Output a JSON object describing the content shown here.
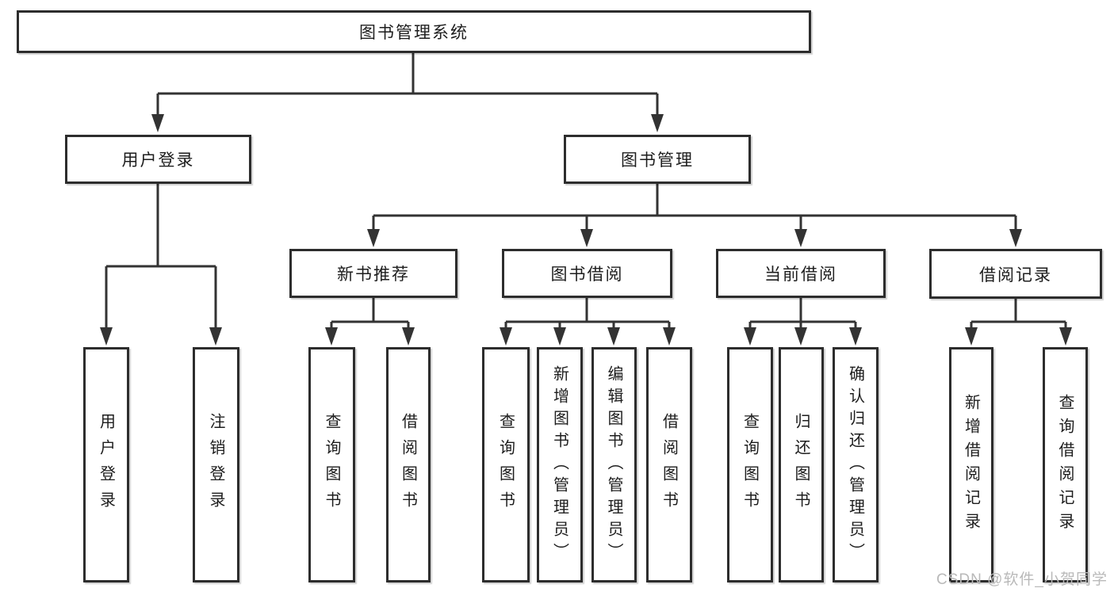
{
  "tree": {
    "root_label": "图书管理系统",
    "branches": [
      {
        "label": "用户登录",
        "children": [
          {
            "label": "用户登录"
          },
          {
            "label": "注销登录"
          }
        ]
      },
      {
        "label": "图书管理",
        "groups": [
          {
            "label": "新书推荐",
            "children": [
              {
                "label": "查询图书"
              },
              {
                "label": "借阅图书"
              }
            ]
          },
          {
            "label": "图书借阅",
            "children": [
              {
                "label": "查询图书"
              },
              {
                "label": "新增图书（管理员）"
              },
              {
                "label": "编辑图书（管理员）"
              },
              {
                "label": "借阅图书"
              }
            ]
          },
          {
            "label": "当前借阅",
            "children": [
              {
                "label": "查询图书"
              },
              {
                "label": "归还图书"
              },
              {
                "label": "确认归还（管理员）"
              }
            ]
          },
          {
            "label": "借阅记录",
            "children": [
              {
                "label": "新增借阅记录"
              },
              {
                "label": "查询借阅记录"
              }
            ]
          }
        ]
      }
    ]
  },
  "watermark": {
    "text": "CSDN @软件_小贺同学"
  },
  "colors": {
    "line": "#333333",
    "box_border": "#2d2d2d",
    "text": "#1d1d1d",
    "watermark": "#b9b9b9",
    "background": "#ffffff"
  }
}
